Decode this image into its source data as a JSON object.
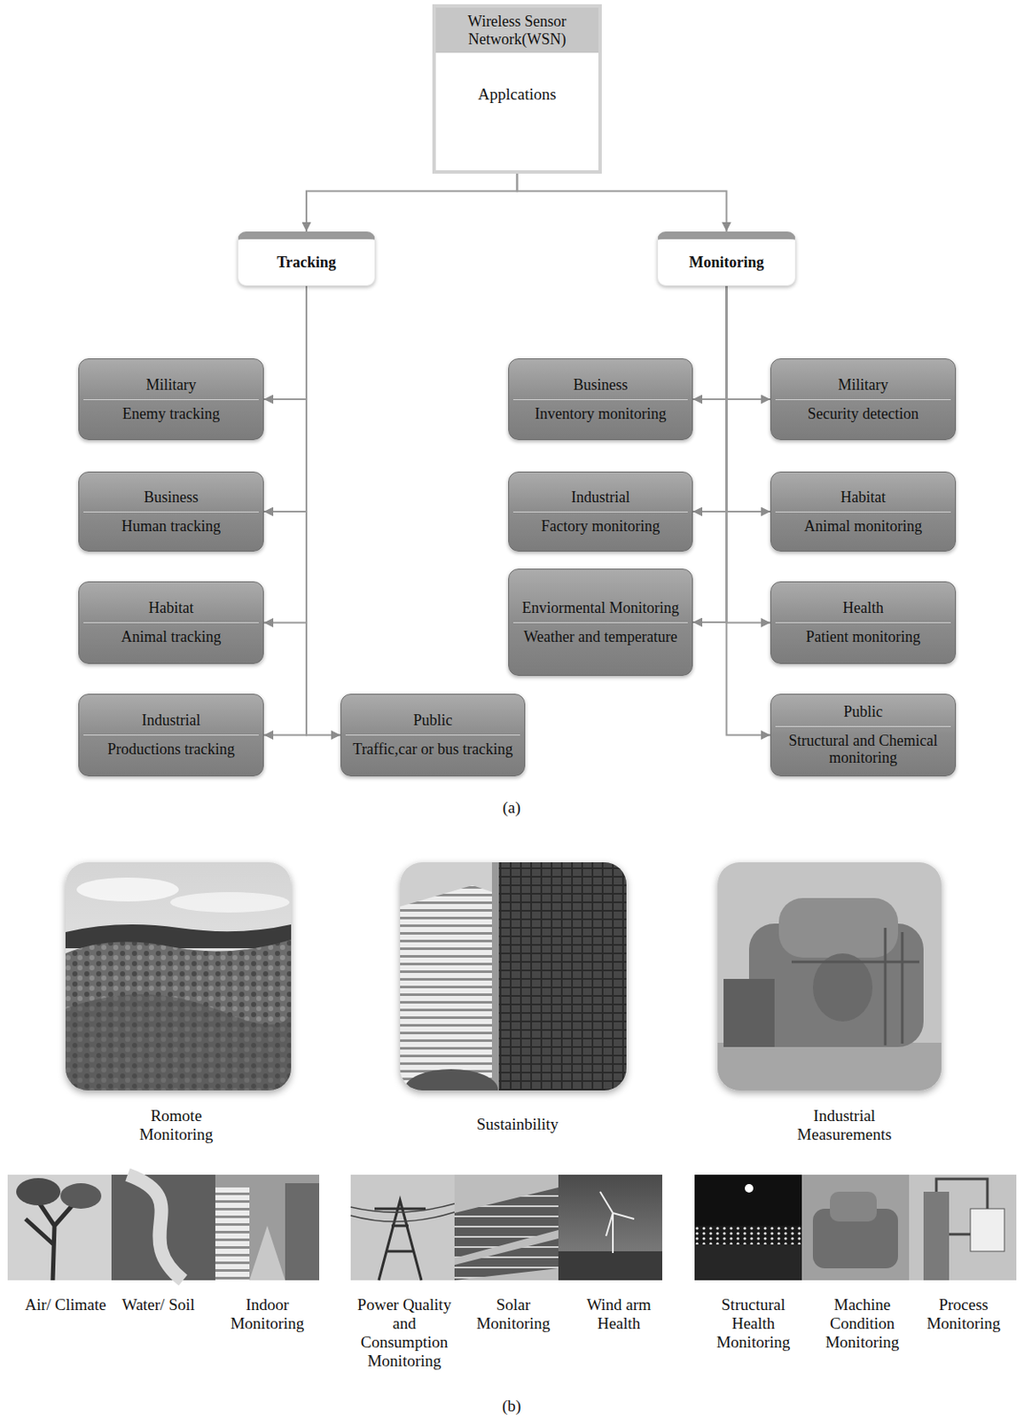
{
  "diagram": {
    "nodes": [
      {
        "text": [
          "Wireless Sensor Network(WSN)",
          "Applcations"
        ]
      },
      {
        "text": [
          "Tracking"
        ]
      },
      {
        "text": [
          "Monitoring"
        ]
      },
      {
        "text": [
          "Military",
          "Enemy tracking"
        ]
      },
      {
        "text": [
          "Business",
          "Human tracking"
        ]
      },
      {
        "text": [
          "Habitat",
          "Animal tracking"
        ]
      },
      {
        "text": [
          "Industrial",
          "Productions tracking"
        ]
      },
      {
        "text": [
          "Public",
          "Traffic,car or bus tracking"
        ]
      },
      {
        "text": [
          "Business",
          "Inventory monitoring"
        ]
      },
      {
        "text": [
          "Military",
          "Security detection"
        ]
      },
      {
        "text": [
          "Industrial",
          "Factory monitoring"
        ]
      },
      {
        "text": [
          "Habitat",
          "Animal monitoring"
        ]
      },
      {
        "text": [
          "Enviormental Monitoring",
          "Weather and temperature"
        ]
      },
      {
        "text": [
          "Health",
          "Patient monitoring"
        ]
      },
      {
        "text": [
          "Public",
          "Structural and Chemical monitoring"
        ]
      }
    ],
    "edges": [
      {
        "from": 0,
        "to": 1,
        "arrow": "to"
      },
      {
        "from": 0,
        "to": 2,
        "arrow": "to"
      },
      {
        "from": 1,
        "to": 3,
        "arrow": "to"
      },
      {
        "from": 1,
        "to": 4,
        "arrow": "to"
      },
      {
        "from": 1,
        "to": 5,
        "arrow": "to"
      },
      {
        "from": 1,
        "to": 6,
        "arrow": "to"
      },
      {
        "from": 1,
        "to": 7,
        "arrow": "to"
      },
      {
        "from": 2,
        "to": 8,
        "arrow": "to"
      },
      {
        "from": 2,
        "to": 9,
        "arrow": "to"
      },
      {
        "from": 2,
        "to": 10,
        "arrow": "to"
      },
      {
        "from": 2,
        "to": 11,
        "arrow": "to"
      },
      {
        "from": 2,
        "to": 12,
        "arrow": "to"
      },
      {
        "from": 2,
        "to": 13,
        "arrow": "to"
      },
      {
        "from": 2,
        "to": 14,
        "arrow": "to"
      }
    ],
    "labels": [
      "(a)",
      "Romote Monitoring",
      "Sustainbility",
      "Industrial Measurements",
      "Air/ Climate",
      "Water/ Soil",
      "Indoor Monitoring",
      "Power Quality and Consumption Monitoring",
      "Solar Monitoring",
      "Wind arm Health",
      "Structural Health Monitoring",
      "Machine Condition Monitoring",
      "Process Monitoring",
      "(b)"
    ]
  }
}
